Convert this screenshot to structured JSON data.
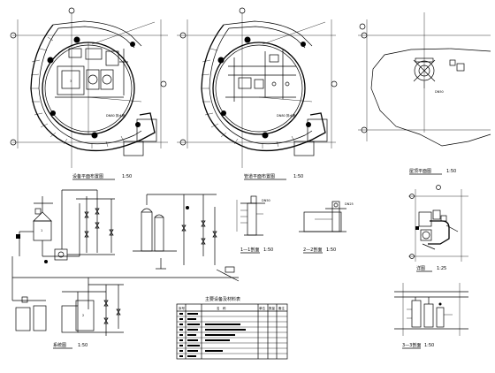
{
  "figure": {
    "views": [
      {
        "key": "plan1",
        "caption": "设备平面布置图",
        "scale": "1:50"
      },
      {
        "key": "plan2",
        "caption": "管道平面布置图",
        "scale": "1:50"
      },
      {
        "key": "plan3",
        "caption": "屋顶平面图",
        "scale": "1:50"
      },
      {
        "key": "section1",
        "caption": "1—1剖面",
        "scale": "1:50"
      },
      {
        "key": "section2",
        "caption": "2—2剖面",
        "scale": "1:50"
      },
      {
        "key": "detail",
        "caption": "详图",
        "scale": "1:25"
      },
      {
        "key": "system",
        "caption": "系统图",
        "scale": "1:50"
      },
      {
        "key": "section3",
        "caption": "3—3剖面",
        "scale": "1:50"
      }
    ],
    "table": {
      "title": "主要设备及材料表",
      "headers": [
        "序号",
        "名　称",
        "单位",
        "数量",
        "备注"
      ]
    }
  }
}
